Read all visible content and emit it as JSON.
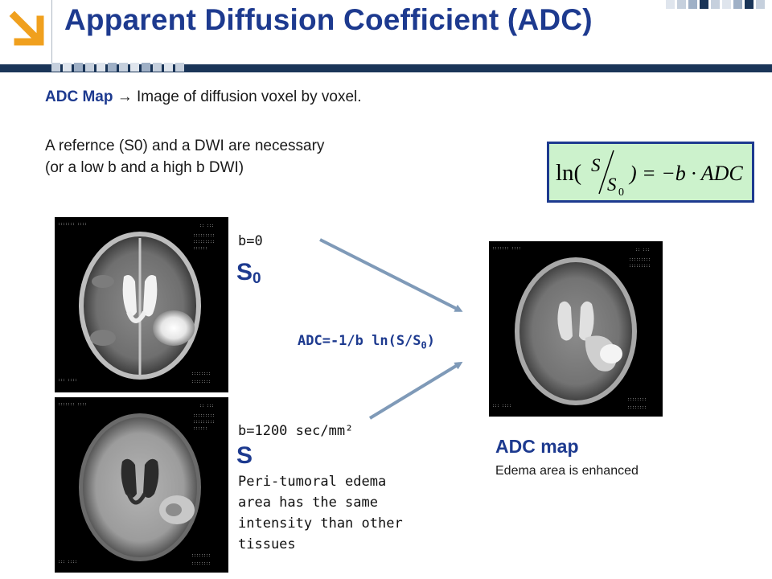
{
  "colors": {
    "title_blue": "#1d3a8f",
    "header_bar": "#1a3558",
    "logo_orange": "#f0a01e",
    "formula_bg": "#ccf2cc",
    "arrow": "#7f9ab8"
  },
  "header": {
    "title": "Apparent Diffusion Coefficient (ADC)",
    "logo_icon": "arrow-down-right-icon"
  },
  "text": {
    "adc_map_label": "ADC Map",
    "arrow_symbol": "→",
    "adc_map_desc": " Image of diffusion voxel by voxel.",
    "requirement_line1": "A refernce (S0) and a DWI are necessary",
    "requirement_line2": "(or a low b and a high b DWI)"
  },
  "formula": {
    "ln": "ln(",
    "S": "S",
    "S0_base": "S",
    "S0_sub": "0",
    "rhs": ") = −b · ADC"
  },
  "images": {
    "s0": {
      "b_value": "b=0",
      "symbol": "S",
      "symbol_sub": "0"
    },
    "s": {
      "b_value": "b=1200 sec/mm²",
      "symbol": "S",
      "note": "Peri-tumoral edema area has the same intensity than other tissues"
    },
    "adc": {
      "title": "ADC map",
      "caption": "Edema area is enhanced"
    }
  },
  "adc_formula": {
    "prefix": "ADC=-1/b ln(S/S",
    "sub": "0",
    "suffix": ")"
  }
}
